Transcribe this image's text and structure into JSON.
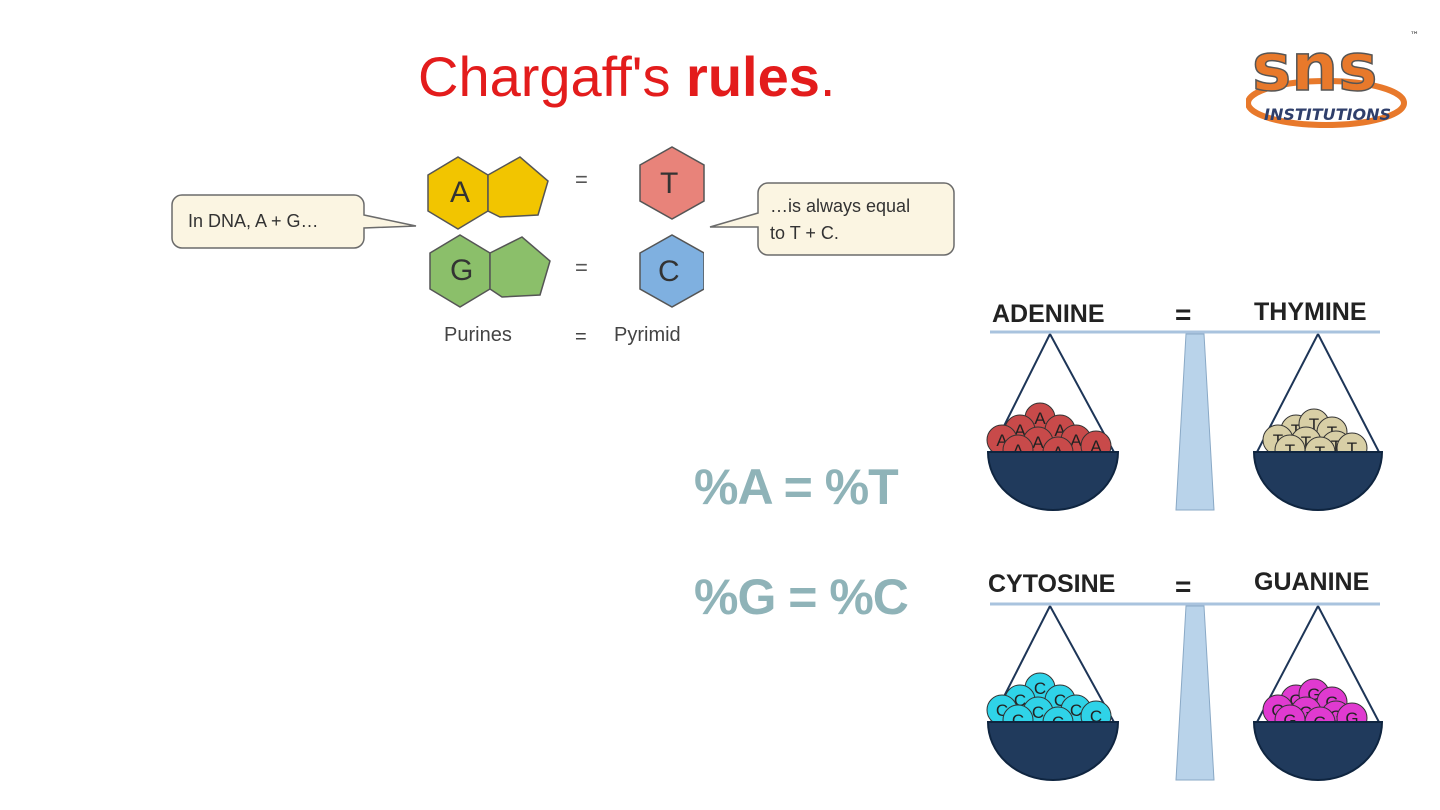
{
  "slide": {
    "title_part1": "Chargaff's ",
    "title_part2": "rules",
    "title_part3": "."
  },
  "logo": {
    "letters": "sns",
    "subtitle": "INSTITUTIONS",
    "trademark": "™",
    "colors": {
      "s1": "#e8792b",
      "n": "#3aa845",
      "s2": "#2f6db5"
    }
  },
  "dna_diagram": {
    "bubble_left": "In DNA, A + G…",
    "bubble_right_line1": "…is always equal",
    "bubble_right_line2": "to T + C.",
    "purine_a": "A",
    "purine_g": "G",
    "pyrimidine_t": "T",
    "pyrimidine_c": "C",
    "equals": "=",
    "label_purines": "Purines",
    "label_equals": "=",
    "label_pyrimidines": "Pyrimid",
    "colors": {
      "A": "#f2c500",
      "G": "#8bbf6a",
      "T": "#e8837a",
      "C": "#7fb0e0"
    }
  },
  "equations": {
    "at": "%A = %T",
    "gc": "%G = %C"
  },
  "balance_at": {
    "left_label": "ADENINE",
    "equals": "=",
    "right_label": "THYMINE",
    "left_letter": "A",
    "right_letter": "T",
    "left_color": "#c84a4a",
    "right_color": "#d8cfa6"
  },
  "balance_gc": {
    "left_label": "CYTOSINE",
    "equals": "=",
    "right_label": "GUANINE",
    "left_letter": "C",
    "right_letter": "G",
    "left_color": "#2fd3e8",
    "right_color": "#e03ad0"
  }
}
